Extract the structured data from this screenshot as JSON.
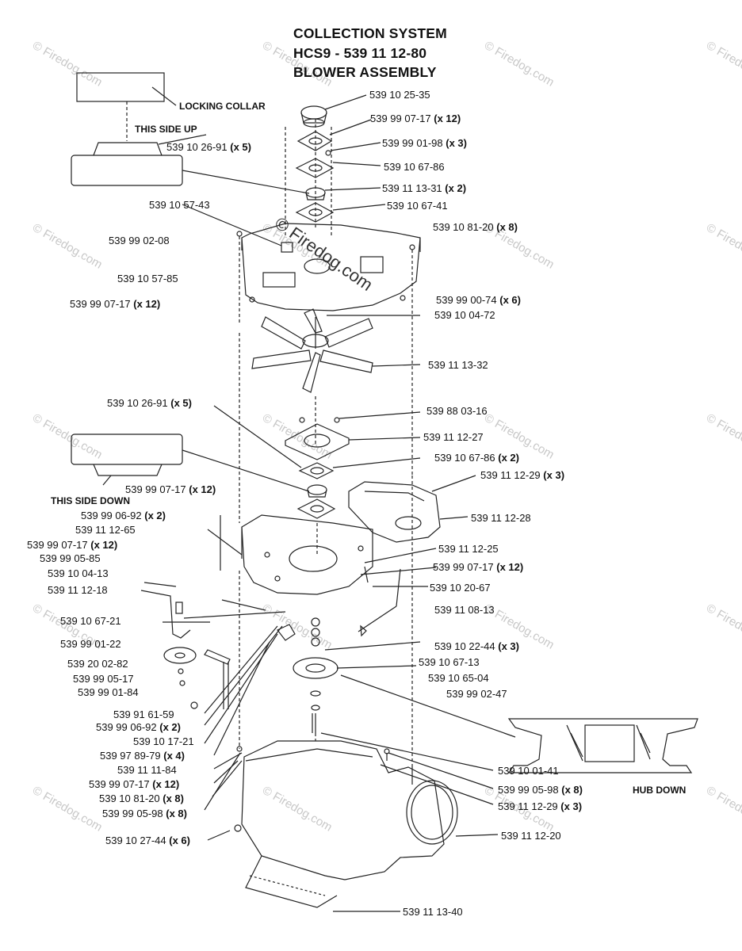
{
  "title": {
    "line1": "COLLECTION SYSTEM",
    "line2": "HCS9 - 539 11 12-80",
    "line3": "BLOWER ASSEMBLY"
  },
  "notes": {
    "locking_collar": "LOCKING COLLAR",
    "this_side_up": "THIS SIDE UP",
    "this_side_down": "THIS SIDE DOWN",
    "hub_down": "HUB DOWN"
  },
  "watermark": {
    "text": "© Firedog.com"
  },
  "parts": [
    {
      "pn": "539 10 25-35",
      "qty": ""
    },
    {
      "pn": "539 99 07-17",
      "qty": "(x 12)"
    },
    {
      "pn": "539 99 01-98",
      "qty": "(x 3)"
    },
    {
      "pn": "539 10 67-86",
      "qty": ""
    },
    {
      "pn": "539 11 13-31",
      "qty": "(x 2)"
    },
    {
      "pn": "539 10 67-41",
      "qty": ""
    },
    {
      "pn": "539 10 26-91",
      "qty": "(x 5)"
    },
    {
      "pn": "539 10 57-43",
      "qty": ""
    },
    {
      "pn": "539 10 81-20",
      "qty": "(x 8)"
    },
    {
      "pn": "539 99 02-08",
      "qty": ""
    },
    {
      "pn": "539 10 57-85",
      "qty": ""
    },
    {
      "pn": "539 99 07-17",
      "qty": "(x 12)"
    },
    {
      "pn": "539 99 00-74",
      "qty": "(x 6)"
    },
    {
      "pn": "539 10 04-72",
      "qty": ""
    },
    {
      "pn": "539 11 13-32",
      "qty": ""
    },
    {
      "pn": "539 10 26-91",
      "qty": "(x 5)"
    },
    {
      "pn": "539 88 03-16",
      "qty": ""
    },
    {
      "pn": "539 11 12-27",
      "qty": ""
    },
    {
      "pn": "539 10 67-86",
      "qty": "(x 2)"
    },
    {
      "pn": "539 11 12-29",
      "qty": "(x 3)"
    },
    {
      "pn": "539 99 07-17",
      "qty": "(x 12)"
    },
    {
      "pn": "539 11 12-28",
      "qty": ""
    },
    {
      "pn": "539 99 06-92",
      "qty": "(x 2)"
    },
    {
      "pn": "539 11 12-65",
      "qty": ""
    },
    {
      "pn": "539 99 07-17",
      "qty": "(x 12)"
    },
    {
      "pn": "539 99 05-85",
      "qty": ""
    },
    {
      "pn": "539 10 04-13",
      "qty": ""
    },
    {
      "pn": "539 11 12-18",
      "qty": ""
    },
    {
      "pn": "539 11 12-25",
      "qty": ""
    },
    {
      "pn": "539 99 07-17",
      "qty": "(x 12)"
    },
    {
      "pn": "539 10 20-67",
      "qty": ""
    },
    {
      "pn": "539 11 08-13",
      "qty": ""
    },
    {
      "pn": "539 10 67-21",
      "qty": ""
    },
    {
      "pn": "539 99 01-22",
      "qty": ""
    },
    {
      "pn": "539 10 22-44",
      "qty": "(x 3)"
    },
    {
      "pn": "539 10 67-13",
      "qty": ""
    },
    {
      "pn": "539 20 02-82",
      "qty": ""
    },
    {
      "pn": "539 10 65-04",
      "qty": ""
    },
    {
      "pn": "539 99 05-17",
      "qty": ""
    },
    {
      "pn": "539 99 02-47",
      "qty": ""
    },
    {
      "pn": "539 99 01-84",
      "qty": ""
    },
    {
      "pn": "539 91 61-59",
      "qty": ""
    },
    {
      "pn": "539 99 06-92",
      "qty": "(x 2)"
    },
    {
      "pn": "539 10 17-21",
      "qty": ""
    },
    {
      "pn": "539 97 89-79",
      "qty": "(x 4)"
    },
    {
      "pn": "539 11 11-84",
      "qty": ""
    },
    {
      "pn": "539 99 07-17",
      "qty": "(x 12)"
    },
    {
      "pn": "539 10 81-20",
      "qty": "(x 8)"
    },
    {
      "pn": "539 99 05-98",
      "qty": "(x 8)"
    },
    {
      "pn": "539 10 01-41",
      "qty": ""
    },
    {
      "pn": "539 99 05-98",
      "qty": "(x 8)"
    },
    {
      "pn": "539 11 12-29",
      "qty": "(x 3)"
    },
    {
      "pn": "539 10 27-44",
      "qty": "(x 6)"
    },
    {
      "pn": "539 11 12-20",
      "qty": ""
    },
    {
      "pn": "539 11 13-40",
      "qty": ""
    }
  ]
}
